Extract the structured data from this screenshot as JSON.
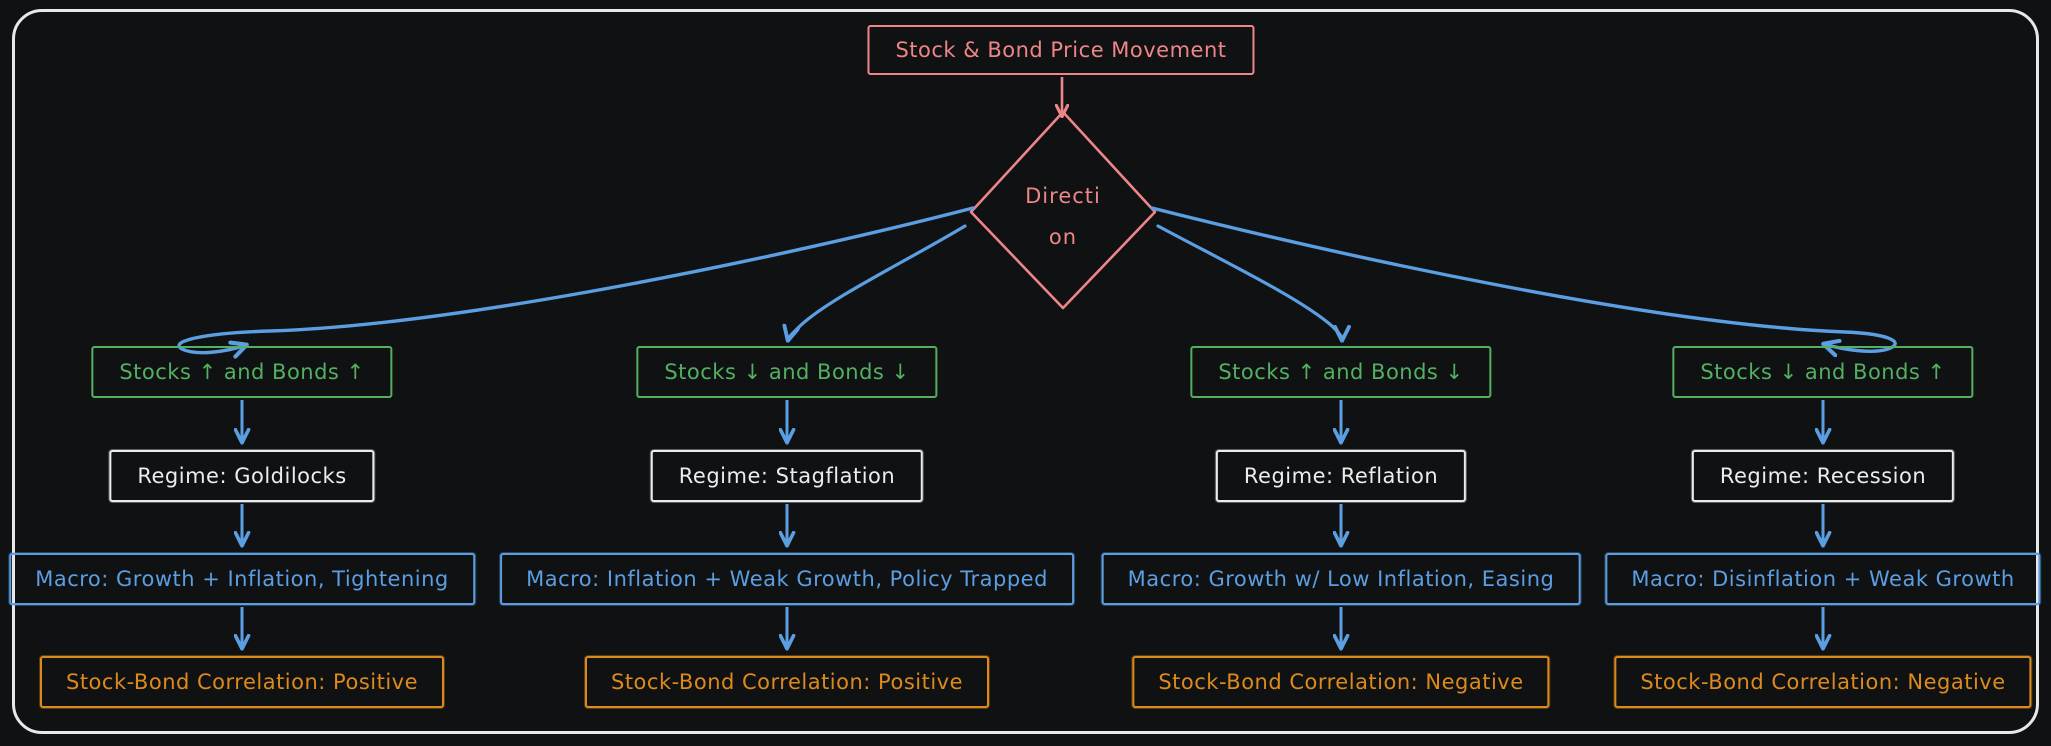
{
  "diagram": {
    "title": "Stock & Bond Price Movement",
    "decision": {
      "line1": "Directi",
      "line2": "on"
    },
    "branches": [
      {
        "condition": "Stocks ↑ and Bonds ↑",
        "regime": "Regime: Goldilocks",
        "macro": "Macro: Growth + Inflation, Tightening",
        "correlation": "Stock-Bond Correlation: Positive"
      },
      {
        "condition": "Stocks ↓ and Bonds ↓",
        "regime": "Regime: Stagflation",
        "macro": "Macro: Inflation + Weak Growth, Policy Trapped",
        "correlation": "Stock-Bond Correlation: Positive"
      },
      {
        "condition": "Stocks ↑ and Bonds ↓",
        "regime": "Regime: Reflation",
        "macro": "Macro: Growth w/ Low Inflation, Easing",
        "correlation": "Stock-Bond Correlation: Negative"
      },
      {
        "condition": "Stocks ↓ and Bonds ↑",
        "regime": "Regime: Recession",
        "macro": "Macro: Disinflation + Weak Growth",
        "correlation": "Stock-Bond Correlation: Negative"
      }
    ],
    "colors": {
      "salmon": "#ed8589",
      "green": "#53b061",
      "blue": "#5b9ee1",
      "orange": "#dd8a1c",
      "white": "#ececec",
      "background": "#101113"
    }
  }
}
